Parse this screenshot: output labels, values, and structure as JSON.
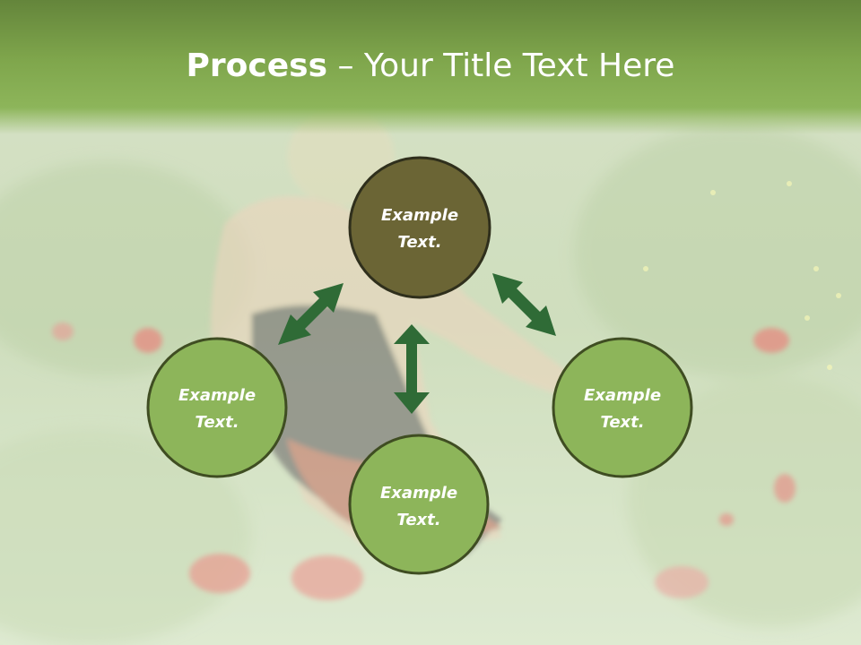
{
  "title": {
    "bold": "Process",
    "rest": " – Your Title Text Here"
  },
  "colors": {
    "header": "#7fa64c",
    "center_node_fill": "#6b6535",
    "node_fill": "#8db55a",
    "node_stroke": "#3f4d22",
    "center_node_stroke": "#2f2f1c",
    "arrow": "#2f6b36",
    "text": "#ffffff"
  },
  "background": {
    "subject": "woman in a field of poppies"
  },
  "nodes": [
    {
      "id": "center",
      "line1": "Example",
      "line2": "Text."
    },
    {
      "id": "left",
      "line1": "Example",
      "line2": "Text."
    },
    {
      "id": "bottom",
      "line1": "Example",
      "line2": "Text."
    },
    {
      "id": "right",
      "line1": "Example",
      "line2": "Text."
    }
  ],
  "arrows": [
    {
      "from": "center",
      "to": "left",
      "icon": "double-arrow"
    },
    {
      "from": "center",
      "to": "bottom",
      "icon": "double-arrow"
    },
    {
      "from": "center",
      "to": "right",
      "icon": "double-arrow"
    }
  ]
}
